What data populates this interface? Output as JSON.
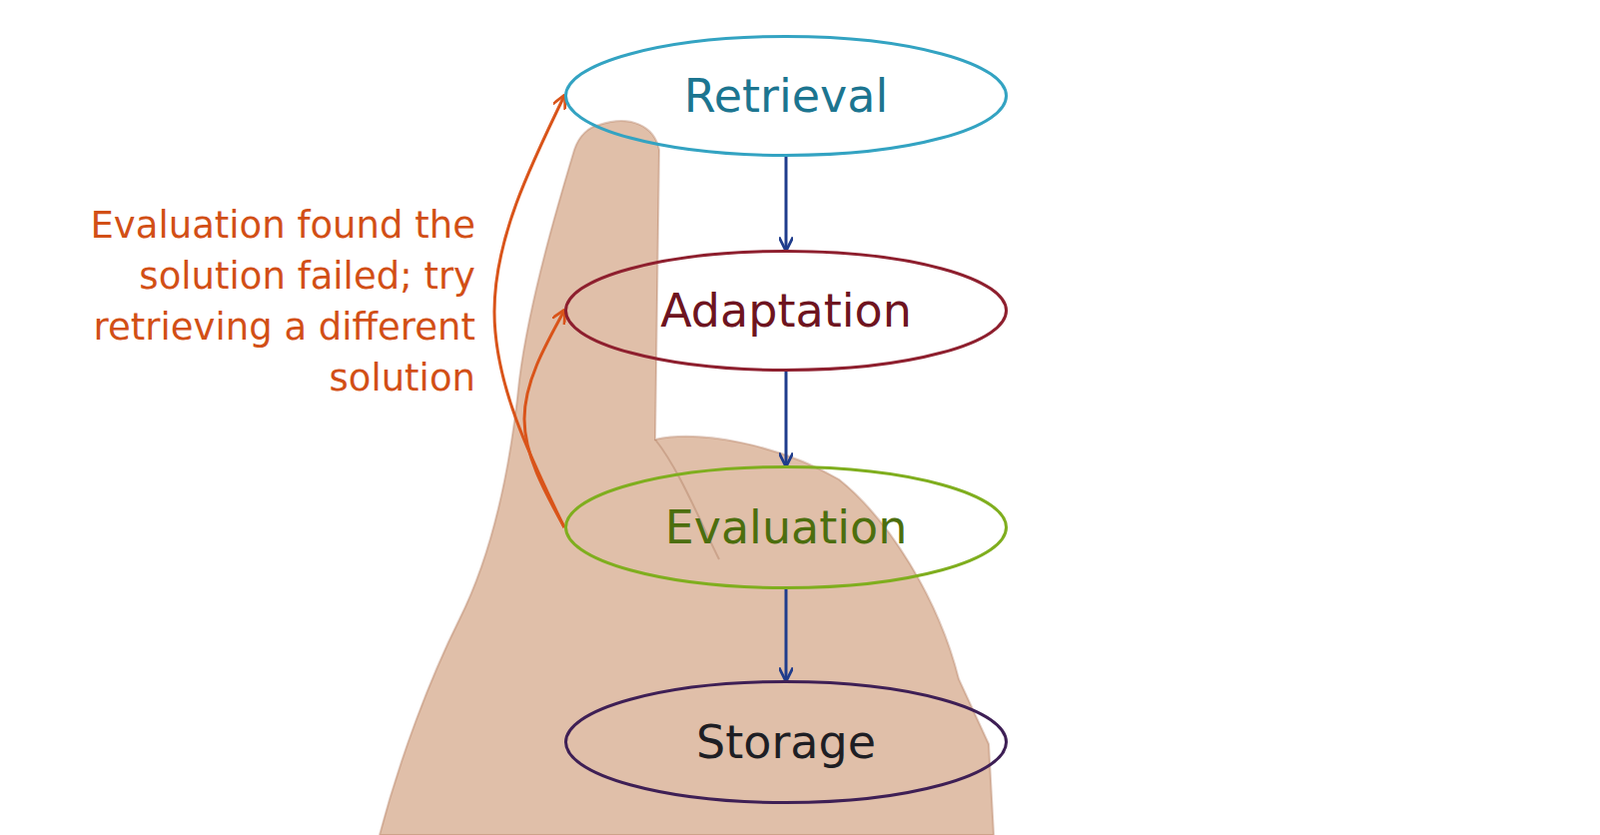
{
  "diagram": {
    "nodes": [
      {
        "text": [
          "Retrieval"
        ]
      },
      {
        "text": [
          "Adaptation"
        ]
      },
      {
        "text": [
          "Evaluation"
        ]
      },
      {
        "text": [
          "Storage"
        ]
      }
    ],
    "edges": [
      {
        "from": 0,
        "to": 1,
        "arrow": "to"
      },
      {
        "from": 1,
        "to": 2,
        "arrow": "to"
      },
      {
        "from": 2,
        "to": 3,
        "arrow": "to"
      },
      {
        "from": 2,
        "to": 0,
        "arrow": "to",
        "label": "Evaluation found the solution failed; try retrieving a different solution"
      },
      {
        "from": 2,
        "to": 1,
        "arrow": "to"
      }
    ]
  }
}
